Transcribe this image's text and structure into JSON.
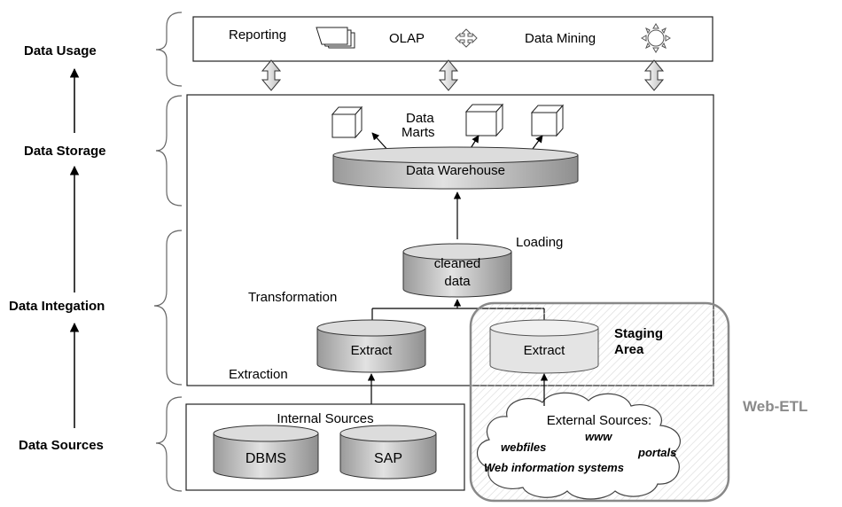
{
  "layers": {
    "usage": "Data Usage",
    "storage": "Data Storage",
    "integration": "Data Integation",
    "sources": "Data Sources"
  },
  "usage_tools": {
    "reporting": "Reporting",
    "olap": "OLAP",
    "mining": "Data Mining"
  },
  "storage": {
    "marts_line1": "Data",
    "marts_line2": "Marts",
    "warehouse": "Data Warehouse"
  },
  "integration": {
    "loading": "Loading",
    "cleaned_line1": "cleaned",
    "cleaned_line2": "data",
    "transformation": "Transformation",
    "extract_internal": "Extract",
    "extraction": "Extraction",
    "extract_staging": "Extract",
    "staging_line1": "Staging",
    "staging_line2": "Area"
  },
  "sources": {
    "internal_title": "Internal Sources",
    "dbms": "DBMS",
    "sap": "SAP",
    "external_title": "External Sources:",
    "www": "www",
    "webfiles": "webfiles",
    "portals": "portals",
    "web_info": "Web information systems"
  },
  "web_etl": "Web-ETL"
}
